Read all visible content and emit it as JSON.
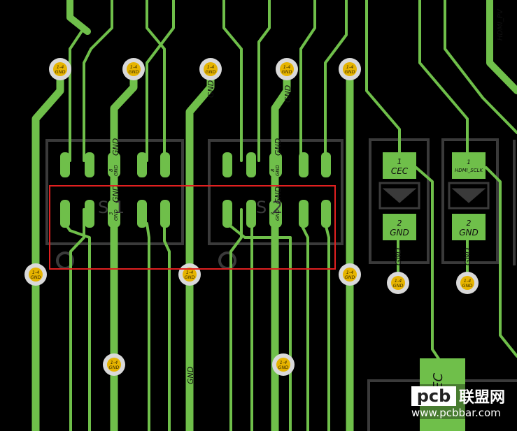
{
  "labels": {
    "gnd": "GND",
    "via": [
      "1-4",
      "GND"
    ],
    "sw1_pad_top": [
      "8",
      "GND"
    ],
    "sw1_pad_bot": [
      "3",
      "GND"
    ],
    "sw2_pad_top": [
      "8",
      "GND"
    ],
    "sw2_pad_bot": [
      "3",
      "GND"
    ],
    "sw1_silk": "S 1",
    "sw2_silk": "S 2",
    "cec_pad1": [
      "1",
      "CEC"
    ],
    "cec_pad2": [
      "2",
      "GND"
    ],
    "sclk_pad1": [
      "1",
      "HDMI_SCLK"
    ],
    "sclk_pad2": [
      "2",
      "GND"
    ],
    "hdmi_top": "HDMI_PV",
    "big_pad": "3 EC"
  },
  "colors": {
    "background": "#000000",
    "trace": "#6fbf4a",
    "via_ring": "#d9d9d9",
    "via_core": "#e6b400",
    "silkscreen": "#3a3a3a",
    "highlight": "#e02020"
  },
  "watermark": {
    "logo_text": "pcb",
    "cn": "联盟网",
    "url": "www.pcbbar.com"
  }
}
